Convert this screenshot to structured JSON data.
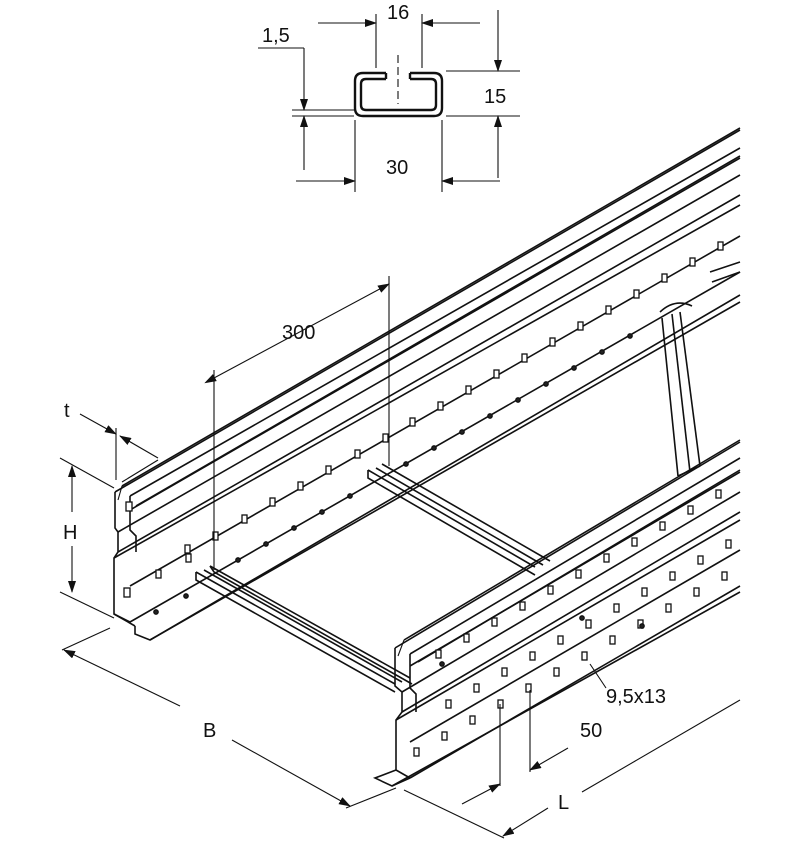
{
  "profile_labels": {
    "thickness": "1,5",
    "slot_width": "16",
    "height": "15",
    "width": "30"
  },
  "ladder_labels": {
    "rung_spacing": "300",
    "wall_thickness": "t",
    "side_height": "H",
    "width": "B",
    "hole_size": "9,5x13",
    "hole_pitch": "50",
    "length": "L"
  }
}
